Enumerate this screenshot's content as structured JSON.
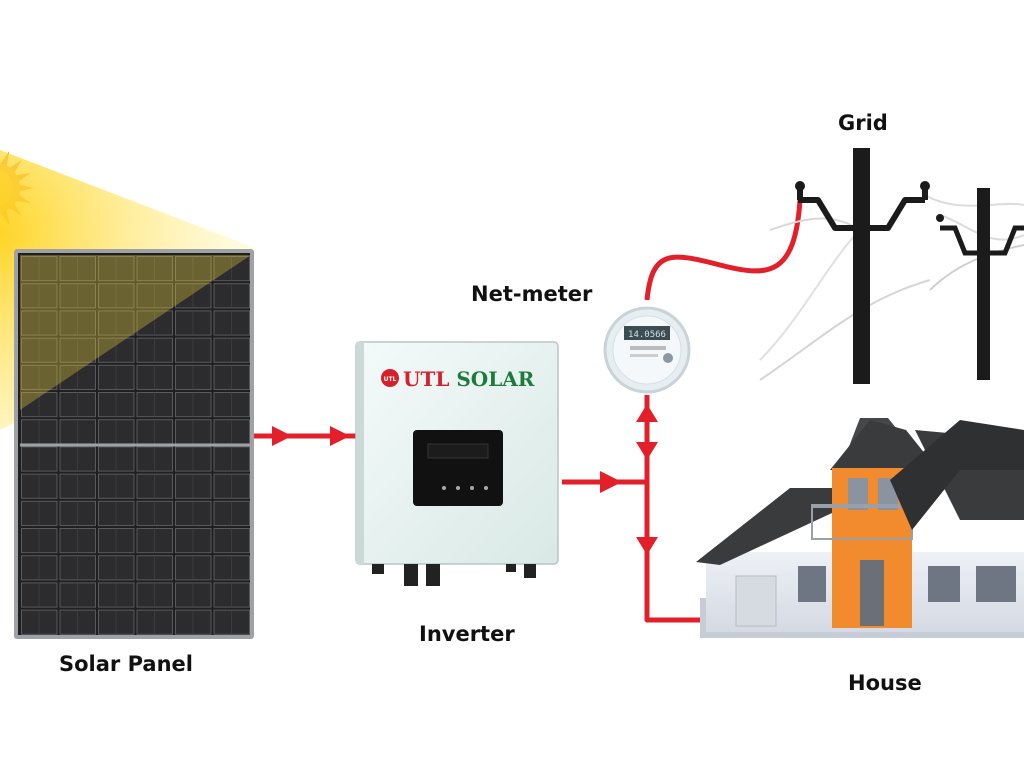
{
  "labels": {
    "grid": "Grid",
    "net_meter": "Net-meter",
    "solar_panel": "Solar Panel",
    "inverter": "Inverter",
    "house": "House"
  },
  "inverter": {
    "brand": "UTL SOLAR",
    "logo_text": "UTL"
  },
  "meter": {
    "reading": "14.0566"
  },
  "colors": {
    "wire": "#e3202a",
    "sun": "#f7a21b",
    "panel_cell": "#2e2e2e",
    "inverter_body": "#e8f2f1",
    "roof": "#3a3b3d",
    "house_accent": "#f28a2e",
    "pole": "#1b1b1b"
  }
}
